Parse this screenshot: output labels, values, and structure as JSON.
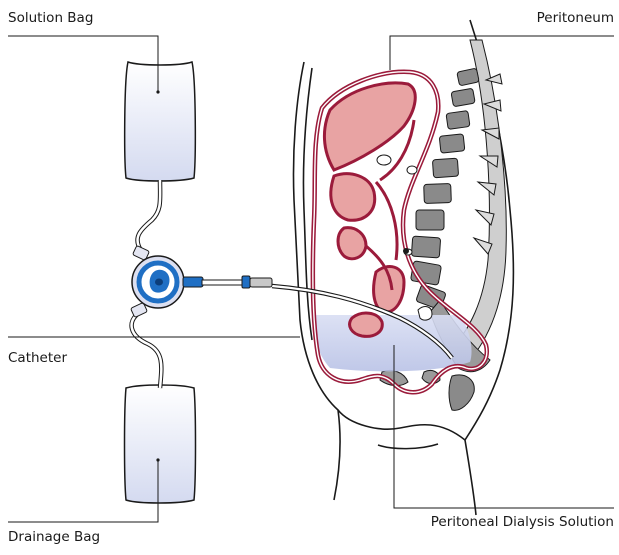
{
  "labels": {
    "solution_bag": "Solution Bag",
    "peritoneum": "Peritoneum",
    "catheter": "Catheter",
    "drainage_bag": "Drainage Bag",
    "peritoneal_dialysis_solution": "Peritoneal Dialysis Solution"
  },
  "colors": {
    "line": "#1a1a1a",
    "peritoneum": "#9b1b3b",
    "organ_fill": "#e8a3a3",
    "organ_light": "#f3c8c0",
    "solution_fill": "#c9d0ec",
    "spine_dark": "#7a7a7a",
    "spine_light": "#cfcfcf",
    "connector_blue": "#1f6fc4",
    "bag_fill": "#eef0fa"
  }
}
